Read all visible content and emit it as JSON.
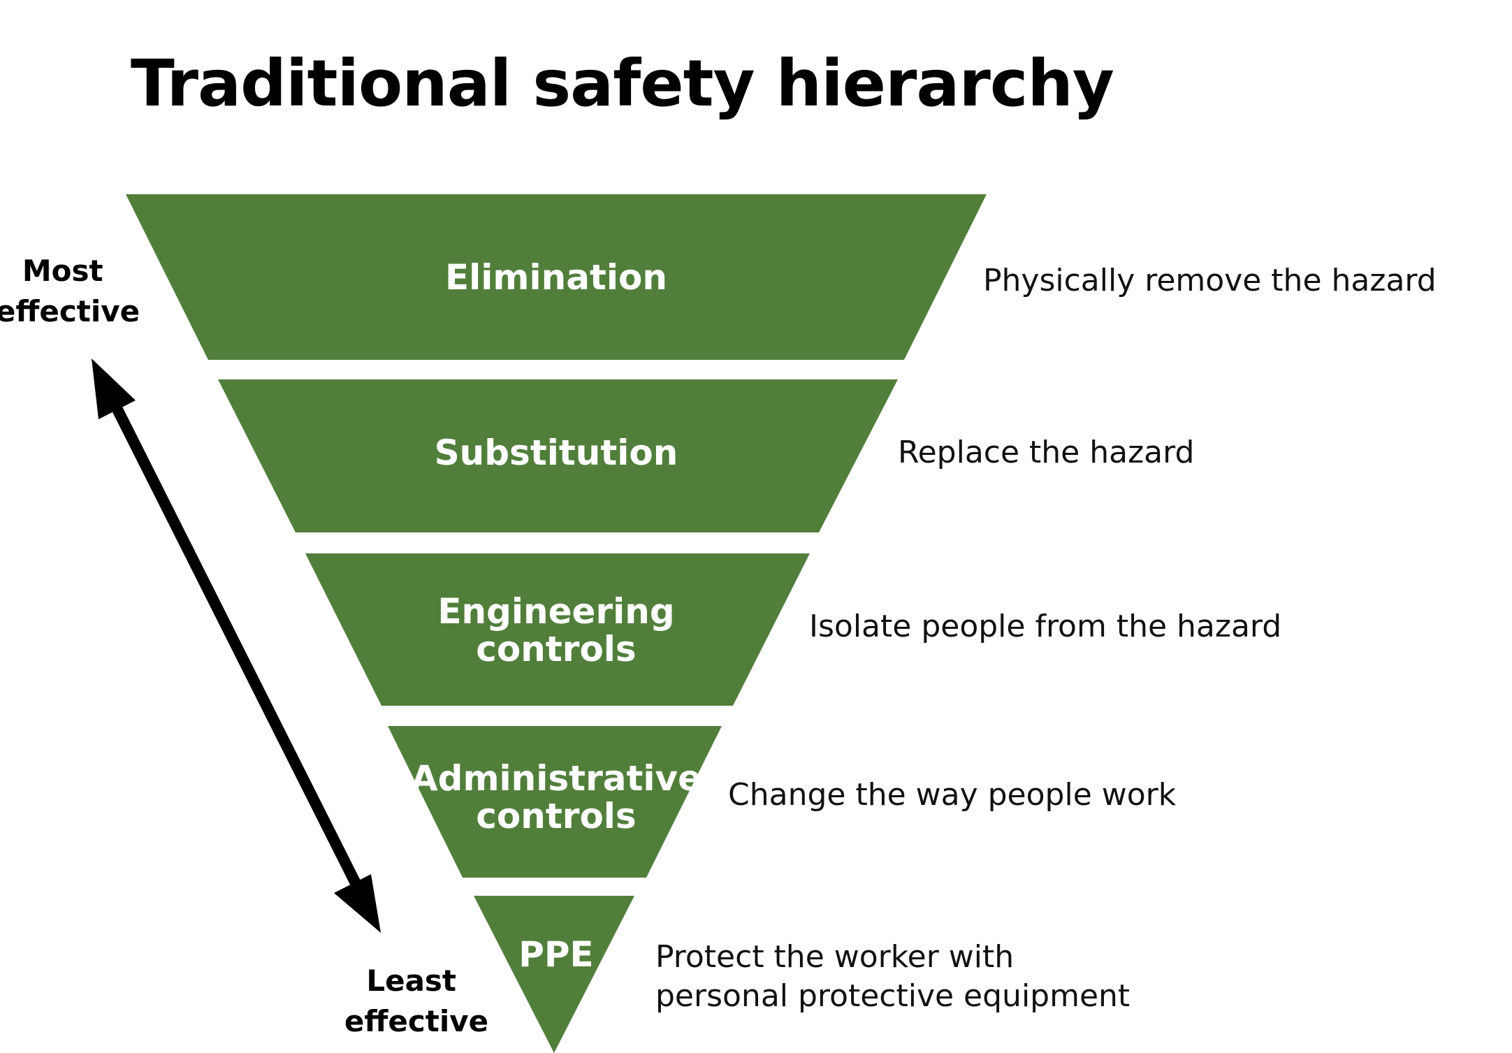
{
  "title": "Traditional safety hierarchy",
  "colors": {
    "level_fill": "#517f3b",
    "label_text": "#ffffff",
    "arrow": "#000000"
  },
  "effectiveness": {
    "most": [
      "Most",
      "effective"
    ],
    "least": [
      "Least",
      "effective"
    ]
  },
  "levels": [
    {
      "name": [
        "Elimination"
      ],
      "description": [
        "Physically remove the hazard"
      ]
    },
    {
      "name": [
        "Substitution"
      ],
      "description": [
        "Replace the hazard"
      ]
    },
    {
      "name": [
        "Engineering",
        "controls"
      ],
      "description": [
        "Isolate people from the hazard"
      ]
    },
    {
      "name": [
        "Administrative",
        "controls"
      ],
      "description": [
        "Change the way people work"
      ]
    },
    {
      "name": [
        "PPE"
      ],
      "description": [
        "Protect the worker with",
        "personal protective equipment"
      ]
    }
  ]
}
